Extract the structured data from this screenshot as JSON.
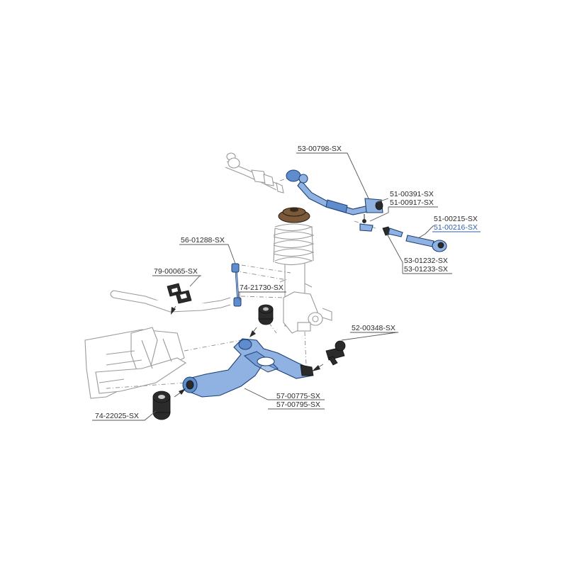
{
  "labels": {
    "tie_rod": "53-00798-SX",
    "tie_rod_end_a": "51-00391-SX",
    "tie_rod_end_b": "51-00917-SX",
    "outer_end_a": "51-00215-SX",
    "outer_end_b": "51-00216-SX",
    "inner_a": "53-01232-SX",
    "inner_b": "53-01233-SX",
    "link_top": "56-01288-SX",
    "link_bottom": "74-21730-SX",
    "stab_bush": "79-00065-SX",
    "ball_joint": "52-00348-SX",
    "arm_a": "57-00775-SX",
    "arm_b": "57-00795-SX",
    "bush": "74-22025-SX"
  },
  "colors": {
    "part_fill": "#8fb2e2",
    "part_outline": "#1d3f73",
    "highlight_text": "#2f5fa8"
  }
}
